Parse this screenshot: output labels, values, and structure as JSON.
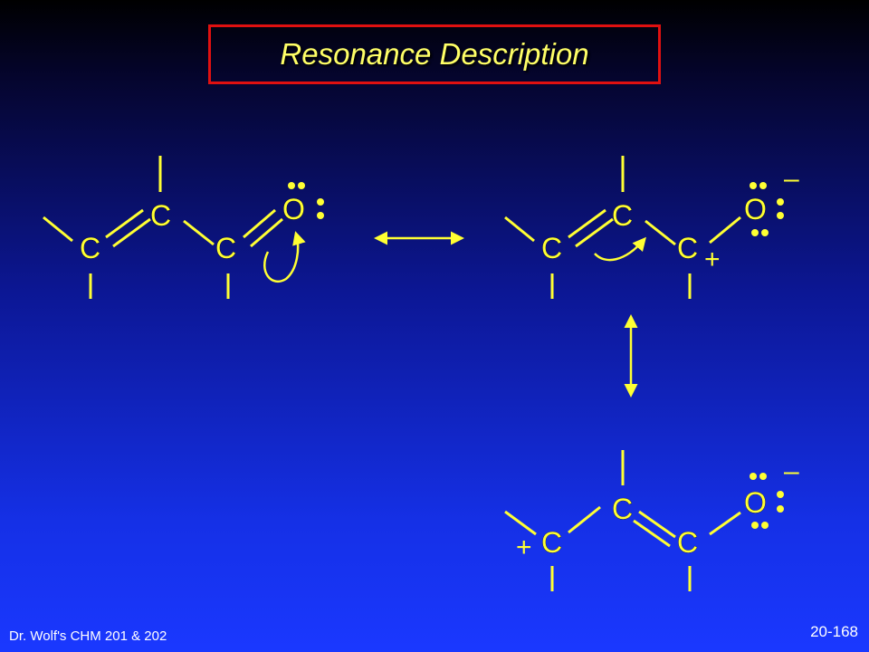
{
  "title": "Resonance Description",
  "atoms": {
    "carbon": "C",
    "oxygen": "O"
  },
  "charges": {
    "plus": "+",
    "minus": "–"
  },
  "footer": {
    "left": "Dr. Wolf's CHM 201 & 202",
    "right": "20-168"
  },
  "colors": {
    "atom": "#ffff33",
    "title": "#ffff66",
    "title_border": "#e01010",
    "footer": "#ffffff"
  }
}
